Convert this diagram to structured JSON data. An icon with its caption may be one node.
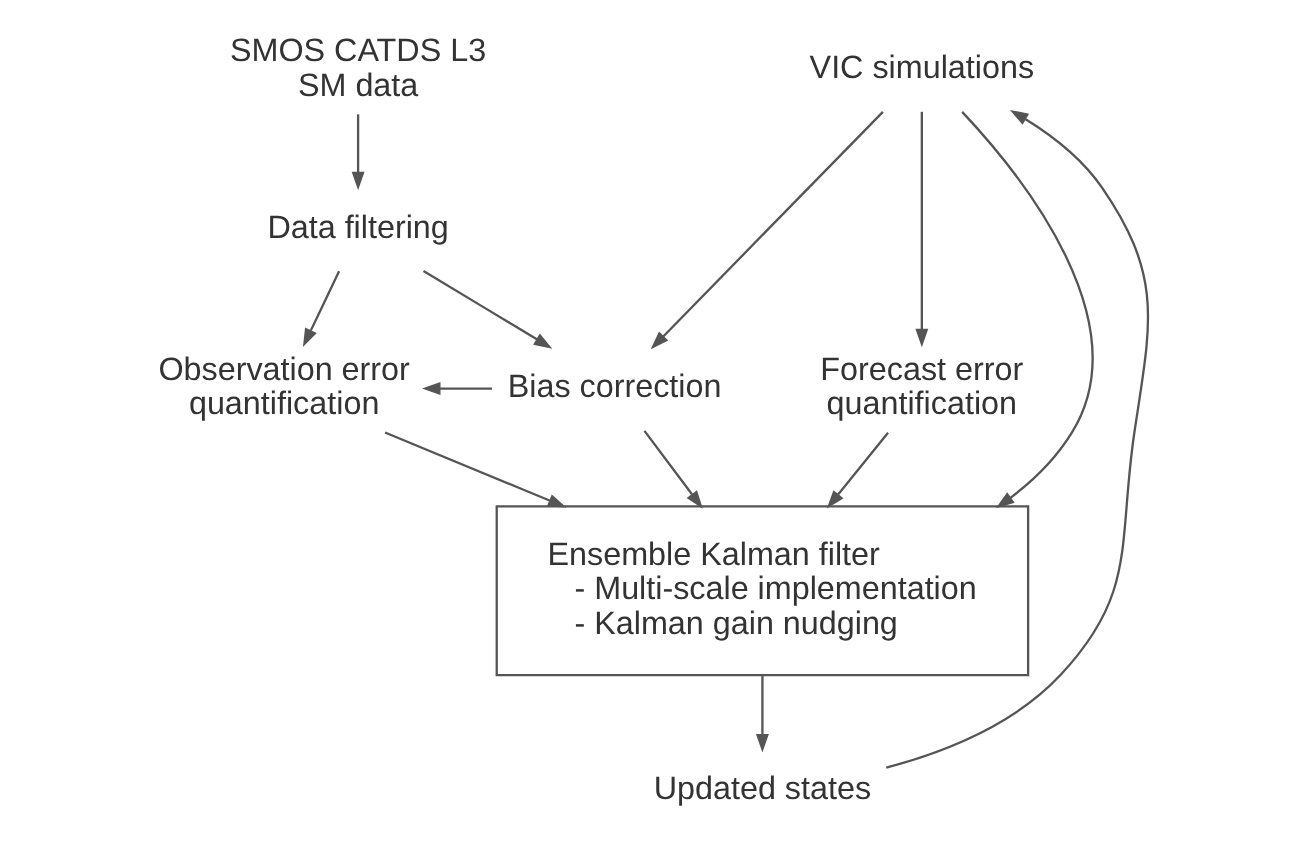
{
  "diagram": {
    "nodes": [
      {
        "text": [
          "SMOS CATDS L3 SM data"
        ]
      },
      {
        "text": [
          "VIC simulations"
        ]
      },
      {
        "text": [
          "Data filtering"
        ]
      },
      {
        "text": [
          "Observation error quantification"
        ]
      },
      {
        "text": [
          "Bias correction"
        ]
      },
      {
        "text": [
          "Forecast error quantification"
        ]
      },
      {
        "text": [
          "Ensemble Kalman filter",
          "- Multi-scale implementation",
          "- Kalman gain nudging"
        ]
      },
      {
        "text": [
          "Updated states"
        ]
      }
    ],
    "edges": [
      {
        "from": 0,
        "to": 2,
        "arrow": "to"
      },
      {
        "from": 2,
        "to": 3,
        "arrow": "to"
      },
      {
        "from": 2,
        "to": 4,
        "arrow": "to"
      },
      {
        "from": 4,
        "to": 3,
        "arrow": "to"
      },
      {
        "from": 1,
        "to": 4,
        "arrow": "to"
      },
      {
        "from": 1,
        "to": 5,
        "arrow": "to"
      },
      {
        "from": 1,
        "to": 6,
        "arrow": "to"
      },
      {
        "from": 3,
        "to": 6,
        "arrow": "to"
      },
      {
        "from": 4,
        "to": 6,
        "arrow": "to"
      },
      {
        "from": 5,
        "to": 6,
        "arrow": "to"
      },
      {
        "from": 6,
        "to": 7,
        "arrow": "to"
      },
      {
        "from": 7,
        "to": 1,
        "arrow": "to"
      }
    ]
  }
}
